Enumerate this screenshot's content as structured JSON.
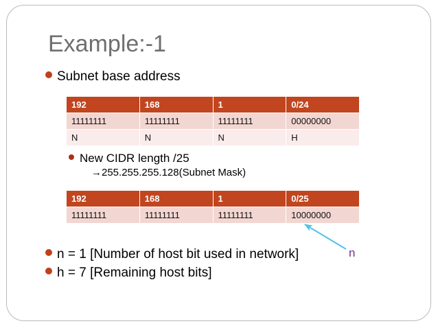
{
  "slide": {
    "title": "Example:-1",
    "colors": {
      "title": "#6f6f6f",
      "table_header_bg": "#c1451f",
      "table_row_dark": "#f2d6d1",
      "table_row_light": "#faeceb",
      "bullet": "#c1401b",
      "annotation_text": "#7b2d8e",
      "arrow": "#4fc3e8"
    }
  },
  "bullets": {
    "subnet_base_address": "Subnet base address",
    "new_cidr_length": "New CIDR length /25",
    "subnet_mask_line": "→255.255.255.128(Subnet Mask)",
    "n_line": "n = 1 [Number of host bit used in network]",
    "h_line": "h = 7 [Remaining host bits]"
  },
  "table1": {
    "header": [
      "192",
      "168",
      "1",
      "0/24"
    ],
    "rows": [
      [
        "11111111",
        "11111111",
        "11111111",
        "00000000"
      ],
      [
        "N",
        "N",
        "N",
        "H"
      ]
    ]
  },
  "table2": {
    "header": [
      "192",
      "168",
      "1",
      "0/25"
    ],
    "rows": [
      [
        "11111111",
        "11111111",
        "11111111",
        "10000000"
      ]
    ]
  },
  "annotation": {
    "label": "n"
  }
}
